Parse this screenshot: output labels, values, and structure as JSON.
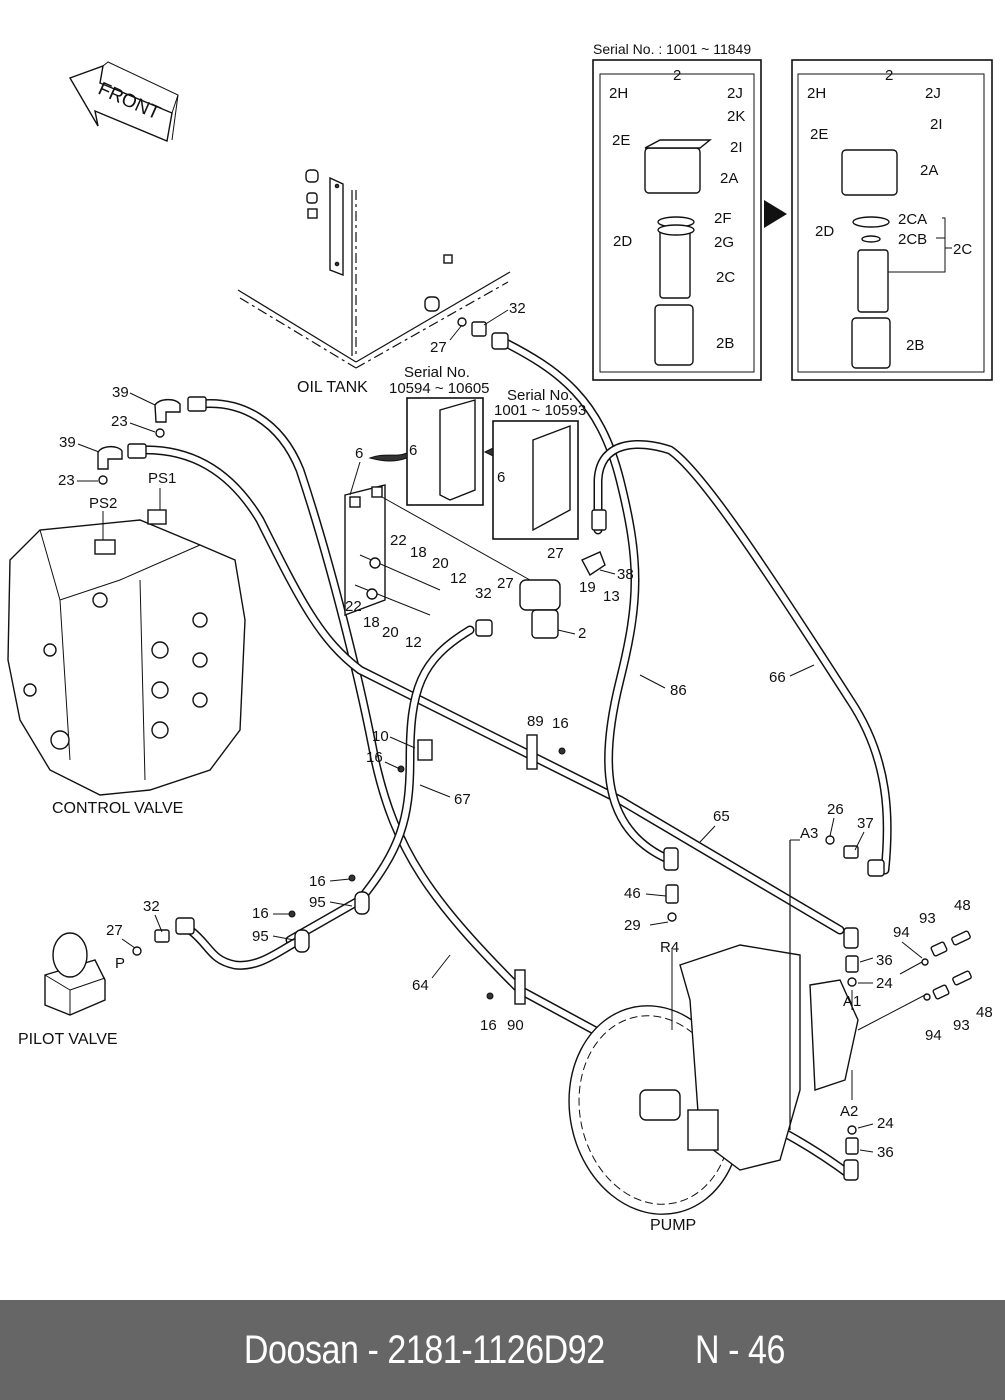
{
  "diagram": {
    "front_arrow_text": "FRONT",
    "captions": {
      "oil_tank": "OIL TANK",
      "control_valve": "CONTROL VALVE",
      "pilot_valve": "PILOT VALVE",
      "pump": "PUMP"
    },
    "filter_inset": {
      "serial_title": "Serial No. : 1001 ~ 11849",
      "old": {
        "assembly": "2",
        "parts": [
          "2H",
          "2J",
          "2K",
          "2E",
          "2I",
          "2A",
          "2D",
          "2F",
          "2G",
          "2C",
          "2B"
        ]
      },
      "new": {
        "assembly": "2",
        "parts": [
          "2H",
          "2J",
          "2E",
          "2I",
          "2A",
          "2D",
          "2CA",
          "2CB",
          "2C",
          "2B"
        ]
      }
    },
    "bracket_insets": [
      {
        "serial_line1": "Serial No.",
        "serial_line2": "10594 ~ 10605",
        "part": "6"
      },
      {
        "serial_line1": "Serial No.",
        "serial_line2": "1001 ~ 10593",
        "part": "6"
      }
    ],
    "ports": [
      "PS1",
      "PS2",
      "P",
      "R4",
      "A1",
      "A2",
      "A3"
    ],
    "callouts": {
      "c39a": "39",
      "c23a": "23",
      "c39b": "39",
      "c23b": "23",
      "c32tank": "32",
      "c27tank": "27",
      "c6": "6",
      "c22a": "22",
      "c18a": "18",
      "c20a": "20",
      "c12a": "12",
      "c22b": "22",
      "c18b": "18",
      "c20b": "20",
      "c12b": "12",
      "c27f1": "27",
      "c38": "38",
      "c19": "19",
      "c13": "13",
      "c32f": "32",
      "c27f2": "27",
      "c2": "2",
      "c86": "86",
      "c66": "66",
      "c10": "10",
      "c16a": "16",
      "c67": "67",
      "c89": "89",
      "c16b": "16",
      "c65": "65",
      "c26": "26",
      "c37": "37",
      "c46": "46",
      "c29": "29",
      "c16c": "16",
      "c95a": "95",
      "c16d": "16",
      "c95b": "95",
      "c32p": "32",
      "c27p": "27",
      "c64": "64",
      "c16e": "16",
      "c90": "90",
      "c93a": "93",
      "c48a": "48",
      "c94a": "94",
      "c36a": "36",
      "c24a": "24",
      "c93b": "93",
      "c48b": "48",
      "c94b": "94",
      "c24b": "24",
      "c36b": "36"
    }
  },
  "footer": {
    "brand_part": "Doosan - 2181-1126D92",
    "page": "N - 46"
  }
}
